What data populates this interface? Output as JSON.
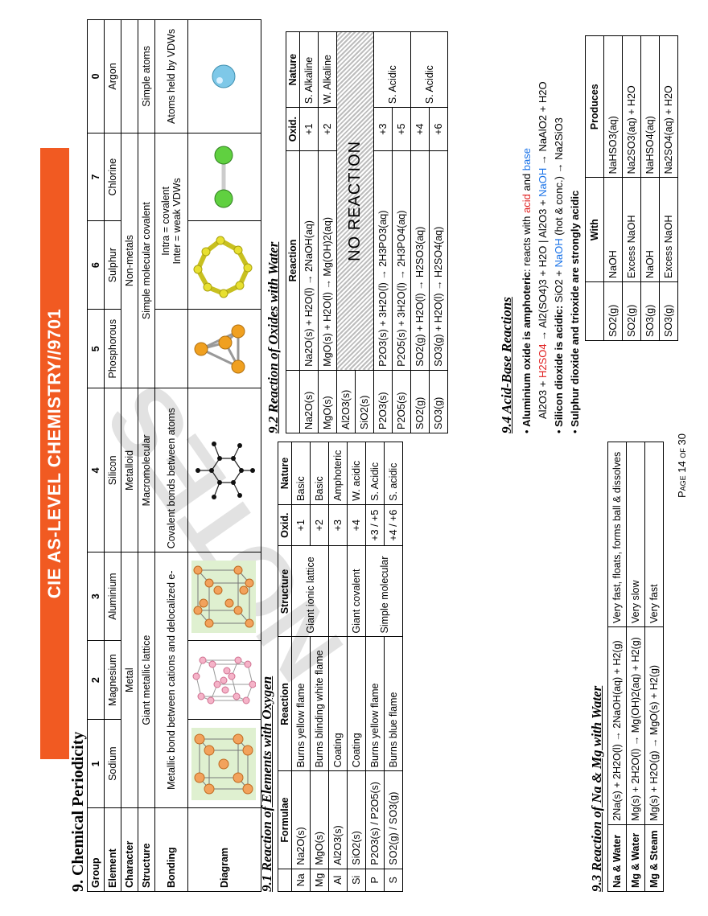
{
  "header": {
    "banner": "CIE AS-LEVEL CHEMISTRY//9701"
  },
  "section9": {
    "title": "9. Chemical Periodicity"
  },
  "periodicity_table": {
    "row_labels": {
      "group": "Group",
      "element": "Element",
      "character": "Character",
      "structure": "Structure",
      "bonding": "Bonding",
      "diagram": "Diagram"
    },
    "groups": [
      "1",
      "2",
      "3",
      "4",
      "5",
      "6",
      "7",
      "0"
    ],
    "elements": [
      "Sodium",
      "Magnesium",
      "Aluminium",
      "Silicon",
      "Phosphorous",
      "Sulphur",
      "Chlorine",
      "Argon"
    ],
    "character": {
      "metal": "Metal",
      "metalloid": "Metalloid",
      "nonmetals": "Non-metals"
    },
    "structure": {
      "giant_metallic": "Giant metallic lattice",
      "macromolecular": "Macromolecular",
      "simple_molecular": "Simple molecular covalent",
      "simple_atoms": "Simple atoms"
    },
    "bonding": {
      "metallic": "Metallic bond between cations and delocalized e-",
      "covalent": "Covalent bonds between atoms",
      "intra": "Intra = covalent",
      "inter": "Inter = weak VDWs",
      "argon": "Atoms held by VDWs"
    }
  },
  "section91": {
    "title": "9.1 Reaction of Elements with Oxygen",
    "headers": [
      "",
      "Formulae",
      "Reaction",
      "Structure",
      "Oxid.",
      "Nature"
    ],
    "rows": [
      {
        "el": "Na",
        "formula": "Na2O(s)",
        "reaction": "Burns yellow flame",
        "structure": "Giant ionic lattice",
        "oxid": "+1",
        "nature": "Basic"
      },
      {
        "el": "Mg",
        "formula": "MgO(s)",
        "reaction": "Burns blinding white flame",
        "structure": "",
        "oxid": "+2",
        "nature": "Basic"
      },
      {
        "el": "Al",
        "formula": "Al2O3(s)",
        "reaction": "Coating",
        "structure": "",
        "oxid": "+3",
        "nature": "Amphoteric"
      },
      {
        "el": "Si",
        "formula": "SiO2(s)",
        "reaction": "Coating",
        "structure": "Giant covalent",
        "oxid": "+4",
        "nature": "W. acidic"
      },
      {
        "el": "P",
        "formula": "P2O3(s) / P2O5(s)",
        "reaction": "Burns yellow flame",
        "structure": "Simple molecular",
        "oxid": "+3 / +5",
        "nature": "S. Acidic"
      },
      {
        "el": "S",
        "formula": "SO2(g) / SO3(g)",
        "reaction": "Burns blue flame",
        "structure": "",
        "oxid": "+4 / +6",
        "nature": "S. acidic"
      }
    ]
  },
  "section92": {
    "title": "9.2 Reaction of Oxides with Water",
    "headers": [
      "",
      "Reaction",
      "Oxid.",
      "Nature"
    ],
    "rows": [
      {
        "f": "Na2O(s)",
        "reaction": "Na2O(s) + H2O(l) → 2NaOH(aq)",
        "oxid": "+1",
        "nature": "S. Alkaline"
      },
      {
        "f": "MgO(s)",
        "reaction": "MgO(s) + H2O(l) → Mg(OH)2(aq)",
        "oxid": "+2",
        "nature": "W. Alkaline"
      },
      {
        "f": "Al2O3(s)",
        "reaction": "",
        "oxid": "",
        "nature": ""
      },
      {
        "f": "SiO2(s)",
        "reaction": "",
        "oxid": "",
        "nature": ""
      },
      {
        "f": "P2O3(s)",
        "reaction": "P2O3(s) + 3H2O(l) → 2H3PO3(aq)",
        "oxid": "+3",
        "nature": "S. Acidic"
      },
      {
        "f": "P2O5(s)",
        "reaction": "P2O5(s) + 3H2O(l) → 2H3PO4(aq)",
        "oxid": "+5",
        "nature": ""
      },
      {
        "f": "SO2(g)",
        "reaction": "SO2(g) + H2O(l) → H2SO3(aq)",
        "oxid": "+4",
        "nature": "S. Acidic"
      },
      {
        "f": "SO3(g)",
        "reaction": "SO3(g) + H2O(l) → H2SO4(aq)",
        "oxid": "+6",
        "nature": ""
      }
    ],
    "no_reaction": "NO REACTION"
  },
  "section93": {
    "title": "9.3 Reaction of Na & Mg with Water",
    "rows": [
      {
        "label": "Na & Water",
        "reaction": "2Na(s) + 2H2O(l) → 2NaOH(aq) + H2(g)",
        "rate": "Very fast, floats, forms ball & dissolves"
      },
      {
        "label": "Mg & Water",
        "reaction": "Mg(s) + 2H2O(l) → Mg(OH)2(aq) + H2(g)",
        "rate": "Very slow"
      },
      {
        "label": "Mg & Steam",
        "reaction": "Mg(s) + H2O(g) → MgO(s) + H2(g)",
        "rate": "Very fast"
      }
    ]
  },
  "section94": {
    "title": "9.4 Acid-Base Reactions",
    "b1_pre": "Aluminium oxide is amphoteric",
    "b1_mid": ": reacts with ",
    "acid": "acid",
    "and": " and ",
    "base": "base",
    "eq1a": "Al2O3 + ",
    "h2so4": "H2SO4",
    "eq1b": " → Al2(SO4)3 + H2O   |   Al2O3 + ",
    "naoh": "NaOH",
    "eq1c": " → NaAlO2 + H2O",
    "b2_pre": "Silicon dioxide is acidic:",
    "b2_a": "  SiO2 + ",
    "b2_b": " (hot & conc.) → Na2SiO3",
    "b3": "Sulphur dioxide and trioxide are strongly acidic",
    "so_headers": [
      "",
      "With",
      "Produces"
    ],
    "so_rows": [
      {
        "f": "SO2(g)",
        "with": "NaOH",
        "produces": "NaHSO3(aq)"
      },
      {
        "f": "SO2(g)",
        "with": "Excess NaOH",
        "produces": "Na2SO3(aq) + H2O"
      },
      {
        "f": "SO3(g)",
        "with": "NaOH",
        "produces": "NaHSO4(aq)"
      },
      {
        "f": "SO3(g)",
        "with": "Excess NaOH",
        "produces": "Na2SO4(aq) + H2O"
      }
    ]
  },
  "footer": {
    "page": "Page 14 of 30"
  }
}
